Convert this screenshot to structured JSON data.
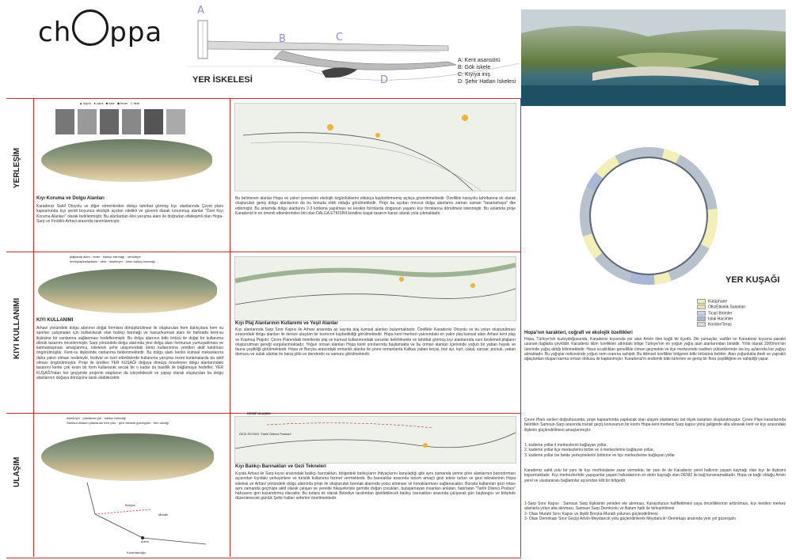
{
  "header": {
    "logo_text_before": "ch",
    "logo_text_after": "ppa",
    "pier_title": "YER İSKELESİ",
    "markers": [
      "A",
      "B",
      "C",
      "D"
    ],
    "legend": [
      "A: Kent asansörü",
      "B: Gök iskele",
      "C: Kıyıya iniş",
      "D: Şehir Hatları İskelesi"
    ]
  },
  "sections": {
    "yerlesim": {
      "side_label": "YERLEŞİM",
      "sketch_legend": [
        "köprü",
        "cami",
        "kale",
        "fener",
        "liste"
      ],
      "title": "Kıyı Koruma ve Dolgu Alanları",
      "text": "Karadeniz Sahil Otoyolu ve diğer etmenlerden dolayı tahribat görmüş kıyı alanlarında Çevre planı kapsamında kıyı şeridi boyunca ekolojik açıdan nitelikli ve güvenli olarak korunmuş alanlar \"Özel Kıyı Koruma Alanları\" olarak belirlenmiştir. Bu alanlardan ikisi yarışma alanı ile doğrudan etkileşimli olan Hopa-Sarp ve Fındıklı-Arhavi arasında tanımlanmıştır.",
      "middle_text": "Bu belirlenen alanlar Hopa ve yakın çevresinin ekolojik özgünlüklerini oldukça kaybettirmemiş açıkça gösterilmektedir. Özellikle karayolu tahribatına ek olarak oluşturulan geniş dolgu alanlarının da bu konuda etkili olduğu görülmektedir. Proje bu açıdan mevcut dolgu alanlarını zaman zaman \"tasarlamaya\" ilke edinmiştir. Bu anlamda dolgu alanlarını 2-3 kotlama yapılması ve kesikin formlarda dolgunun yaşamı kıyı formlarına dönülmesi istenmiştir. Bu anlamda proje Karadeniz'in en önemli etkenlerinden biri olan DALGA ETKİSİNİ kendine başat tasarım kararı alarak yola çıkmaktadır."
    },
    "kiyi_kullanimi": {
      "side_label": "KIYI KULLANIMI",
      "sketch_legend": [
        "plajkamp alanı",
        "fener",
        "balıkçı barınağı",
        "sera/tepe",
        "ören/plaj/kampalanı",
        "dere",
        "iskele/yer",
        "öneri balıkçı barınağı"
      ],
      "title": "KIYI KULLANIMI",
      "text": "Arhavi yönündeki dolgu alanının doğal formlara dönüştürülmesi ile oluşturulan hem balıkçılara hem su sporları çalışmaları için kullanılacak olan balıkçı barınağı ve havuz/kumsal alanı ile hafızada kent-su ilişkisine bir canlanma sağlanması hedeflenmiştir. Bu dolgu alanının bitki örtüsü ile doğal bir kullanıma dönük tasarımı öncelenmiştir. Sarp yönündeki dolgu alanında yine dolgu alanı formunun yumuşatılması ve katmanlaşması amaçlanmış, iskelenin şehir ulaşımındaki deniz kullanımına yeniden aktif katılması öngörülmüştür. Kent-su ilişkisinde canlanma beklenmektedir. Bu dolgu alanı kentin kumsal mekanlarına daha yakın olması nedeniyle, festival ve özel etkinliklerde kullanıma yarışma resmi kutlamalarda da aktif olması öngörülmüştür. Proje ile üretilen YER KUŞAĞI doğaya dönüşü önceleyen dolgu alanlarındaki tasarımı kente çok kesin bir form kullanarak ancak bir o kadar da basitlik ile bağlamaya hedefler. YER KUŞAĞI'ndan her geçişinde projenin etaplanın da izleyebilecek ve yapay olarak oluşturulan bu dolgu alanlarının doğaya dönüşüne tanık olabilecektir.",
      "middle_title": "Kıyı Plaj Alanlarının Kullanımı ve Yeşil Alanlar",
      "middle_text": "Kıyı alanlarında Sarp Sınır Kapısı ile Arhavi arasında az sayıda plaj kumsal alanları bulunmaktadır. Özellikle Karadeniz Otoyolu ve bu yolun oluşturulması sırasındaki dolgu alanları ile denize ulaşılan bir kısmının kaybedildiği görülmektedir. Hopa kent merkezi yakınındaki en yakın plaj kumsal alanı Arhavi kent plajı ve Kopmuş Plajıdır. Çevre Planındaki önerilerde plaj ve kumsal kullanımındaki sorunlar belirtilmekte ve tahribat görmüş kıyı alanlarında suni beslemeli plajların oluşturulması gereği vurgulanmaktadır. Yoğun orman alanları Hopa kenti sınırlarında başlamakta ve bu orman alanları içerisinde yoğun bir yaban hayatı ve fauna çeşitliliği görülmektedir. Hopa ve Borçka arasındaki ormanlık alanlar ile çevre ormanlarda Kafkas yaban keçisi, boz ayı, kurt, çakal, sansar, porsuk, yaban domuzu ve sulak alanlar ile baraj gölü ve derelerde su samuru görülmektedir."
    },
    "ulasim": {
      "side_label": "ULAŞIM",
      "sketch_legend": [
        "iskele/yer",
        "planlanan yol",
        "balıkçı barınağı",
        "Samsun-Batum planlanan tren yolu",
        "gezi teknesi güzergahı",
        "tren durağı"
      ],
      "title": "Kıyı Balıkçı Barınakları ve Gezi Tekneleri",
      "text": "Kıyıda Arhavi ile Sarp kıyısı arasındaki balıkçı barınakları, bölgedeki balıkçıların ihtiyaçlarını karşıladığı gibi aynı zamanda yerine göre alanlarının barındırması açısından kıyıdaki yerleşimlere ve turistik kullanıma hizmet vermektedir. Bu barınaklar arasında turizm amaçlı gezi tekne turları ve gezi teknelerinin Hopa iskelesi ve Arhavi yönündeki dolgu alanında proje ile oluşturulan barınak alanında yolcu alınması ve konaklanması sağlanacaktır. Burada kullanılan gezi rotası aynı zamanda geçmişte aktif olarak çalışan ve yerelde hikayeleriyle gemide doğan çocukları, bulaşamayan insanları anlatan, hatırlatan \"Tarihi Dilenci Postası\" hafızasını geri kazandırmış olacaktır. Bu turlara ek olarak Belediye tarafından işletilebilecek balıkçı barınakları arasında çalışacak gün başlangıcı ve bitişinde düzenlenecek günlük Şehir hatları seferleri önerilmektedir.",
      "map_label_1": "DENİZ ULAŞIMI",
      "map_label_2": "GEZİ ROTASI \"Tarihi Dilenci Postası\"",
      "place_labels": [
        "Borçka",
        "Muratlı",
        "Artvin",
        "Kuramanoğlu"
      ]
    }
  },
  "right_panel": {
    "belt_title": "YER KUŞAĞI",
    "belt_legend": [
      {
        "label": "Kütüphane",
        "color": "#f2efb8"
      },
      {
        "label": "Ofis/Etkinlik Salonları",
        "color": "#e8e4a1"
      },
      {
        "label": "Ticari Birimler",
        "color": "#c8d3e8"
      },
      {
        "label": "Islak Hacimler",
        "color": "#a9b7d6"
      },
      {
        "label": "Koridor/Teras",
        "color": "#d6dbe2"
      }
    ],
    "info_title": "Hopa'nın karakteri, coğrafi ve ekolojik özellikleri",
    "info_text": "Hopa, Türkiye'nin kuzeydoğusunda, Karadeniz kıyısında yer alan Artvin iline bağlı bir ilçedir. Dik yamaçlar, vadiler ve Karadeniz kıyısına paralel uzanan dağlarla çevrilidir. Karadeniz iklim özellikleri altındaki bölge Türkiye'nin en yoğun yağış alan alanlarından birisidir. Yıllık olarak 2000mm'nin üzerinde yağış aldığı bilinmektedir. Hava sıcaklıkları genellikle ılıman geçmekte ve ilçe merkezinde nadiren yükseklerinde ise kış aylarında kar yağışı almaktadır. Bu yağışlar neticesinde yoğun nem oranına sahiptir. Bu iklimsel özellikler bölgenin bitki örtüsünü belirler. Alan yoğunlukla ibreli ve yapraklı ağaçlardan oluşan karma orman dokusu ile kaplanmıştır. Karadeniz'in endemik bitki türlerine ve geniş bir flora çeşitliliğine ev sahipliği yapar.",
    "plan_text": "Çevre Planı verileri doğrultusunda, proje kapsamında yapılacak olan ulaşım planlaması üst ölçek kararları oluşturulmuştur. Çevre Planı kararlarında belirtilen Samsun-Sarp arasında transit geçiş konusunun bir kısmı Hopa kent merkezi Sarp kapısı yönü geliginde alta alınarak kent ve kıyı arasındaki ilişkinin güçlendirilmesi amaçlanmıştır.",
    "plan_list": [
      "1. kademe yollar il merkezlerini bağlayan yollar,",
      "2. kademe yollar ilçe merkezlerini birbiri ve il merkezlerine bağlayan yollar,",
      "3. kademe yollar ise belde yerleşmelerini birbirine ve ilçe merkezlerine bağlayan yollar"
    ],
    "plan_text_2": "Karadeniz sahil yolu bir yanı ile kıyı morfolojisine zarar vermekte, bir yanı ile de Karadeniz yerel halkının yaşam kaynağı olan kıyı ile ilişkisini koparmaktadır. Kıyı merkezlerinde yaşayanlar yaşam hafızalarının en derin kaynağı olan DENİZ ile bağ kuramamaktadır. Hopa ve bağlı olduğu Artvin yerel ve uluslararası bağlantılar açısından kilit bir bölgedir.",
    "plan_list_2": [
      "1-Sarp Sınır Kapısı : Samsun Sarp ilişkisinin yeniden ele alınması, Karayolunun hafifletilmesi yaya öncelliklerinin arttırılması, kıyı kentleri merkez alanlarla yolun alta alınması, Samsun Sarp Demiryolu ve Batum hattı ile birleştirilmesi",
      "2- Olası Muratlı Sınır Kapısı ve ilişkili Borçka-Muratlı yolunun güçlendirilmesi",
      "3- Olası Demirkapı Sınır Geçişi Artvin-Meydancık yolu güçlendirilerek Meydancık~Demirkapı arasında yeni yol güzergahı"
    ]
  }
}
